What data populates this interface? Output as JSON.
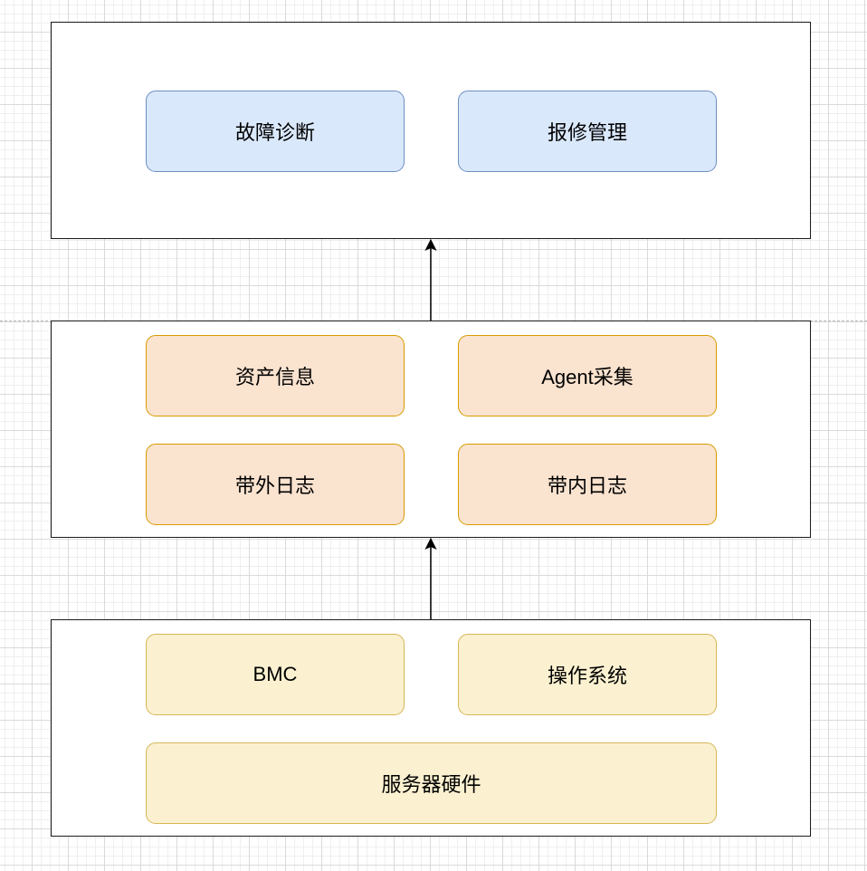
{
  "diagram": {
    "layers": [
      {
        "id": "application-layer",
        "boxes": [
          {
            "label": "故障诊断",
            "color": "#dae8fc"
          },
          {
            "label": "报修管理",
            "color": "#dae8fc"
          }
        ]
      },
      {
        "id": "data-layer",
        "boxes": [
          {
            "label": "资产信息",
            "color": "#fae3cf"
          },
          {
            "label": "Agent采集",
            "color": "#fae3cf"
          },
          {
            "label": "带外日志",
            "color": "#fae3cf"
          },
          {
            "label": "带内日志",
            "color": "#fae3cf"
          }
        ]
      },
      {
        "id": "hardware-layer",
        "boxes": [
          {
            "label": "BMC",
            "color": "#fbf1d0"
          },
          {
            "label": "操作系统",
            "color": "#fbf1d0"
          },
          {
            "label": "服务器硬件",
            "color": "#fbf1d0"
          }
        ]
      }
    ],
    "edges": [
      {
        "from": "hardware-layer",
        "to": "data-layer"
      },
      {
        "from": "data-layer",
        "to": "application-layer"
      }
    ]
  }
}
